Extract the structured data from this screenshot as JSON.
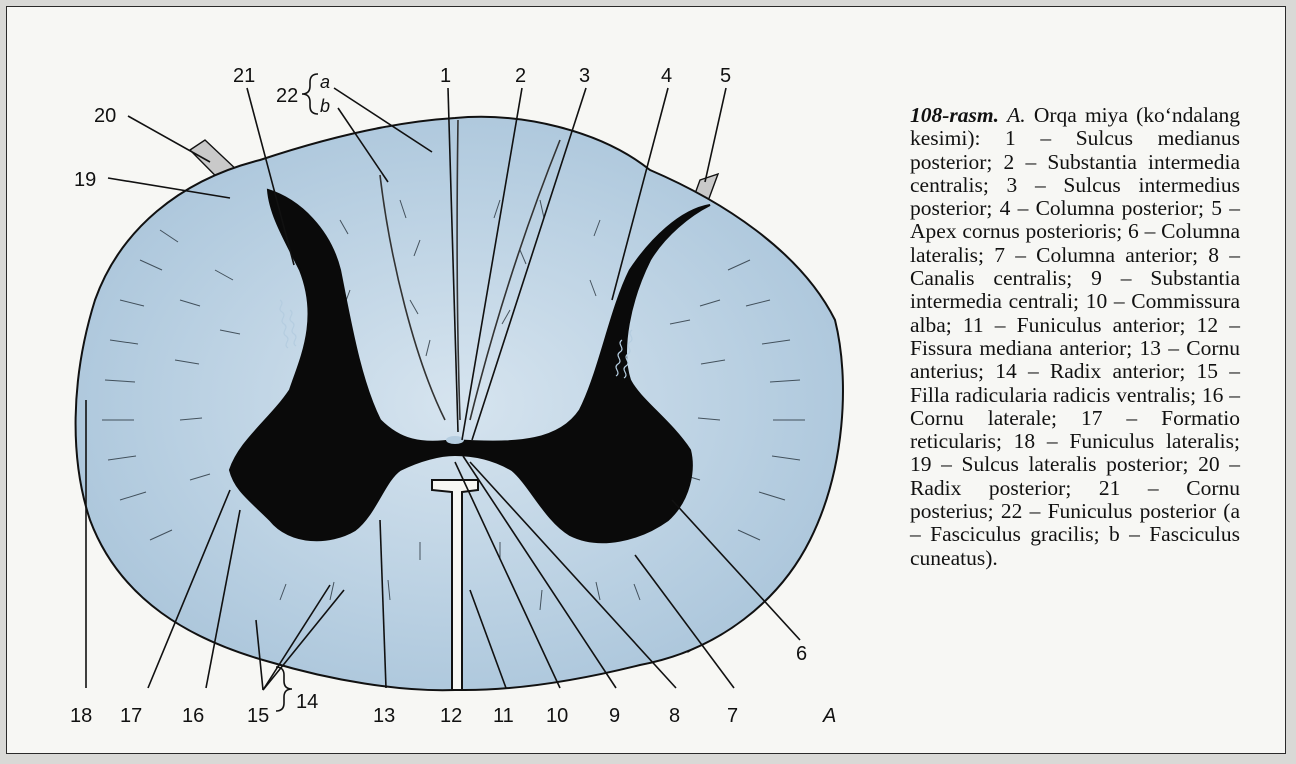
{
  "colors": {
    "white_matter": "#b5cde0",
    "gray_matter": "#0a0a0a",
    "root": "#c9c9c9",
    "background": "#f7f7f4"
  },
  "caption": {
    "title": "108-rasm.",
    "figure": "A.",
    "heading": "Orqa miya (ko‘ndalang kesimi):",
    "body": "1 – Sulcus medianus posterior; 2 – Substantia intermedia centralis; 3 – Sulcus intermedius posterior; 4 – Columna posterior; 5 – Apex cornus posterioris; 6 – Columna lateralis; 7 – Columna anterior; 8 – Canalis centralis; 9 – Substantia intermedia centrali; 10 – Commissura alba; 11 – Funiculus anterior; 12 – Fissura mediana anterior; 13 – Cornu anterius; 14 – Radix anterior; 15 – Filla radicularia radicis ventralis; 16 – Cornu laterale; 17 – Formatio reticularis; 18 – Funiculus lateralis; 19 – Sulcus lateralis posterior; 20 – Radix posterior; 21 – Cornu posterius; 22 – Funiculus posterior (a – Fasciculus gracilis; b – Fasciculus cuneatus)."
  },
  "labels": {
    "n1": "1",
    "n2": "2",
    "n3": "3",
    "n4": "4",
    "n5": "5",
    "n6": "6",
    "n7": "7",
    "n8": "8",
    "n9": "9",
    "n10": "10",
    "n11": "11",
    "n12": "12",
    "n13": "13",
    "n14": "14",
    "n15": "15",
    "n16": "16",
    "n17": "17",
    "n18": "18",
    "n19": "19",
    "n20": "20",
    "n21": "21",
    "n22": "22",
    "a": "a",
    "b": "b",
    "panel": "A"
  }
}
